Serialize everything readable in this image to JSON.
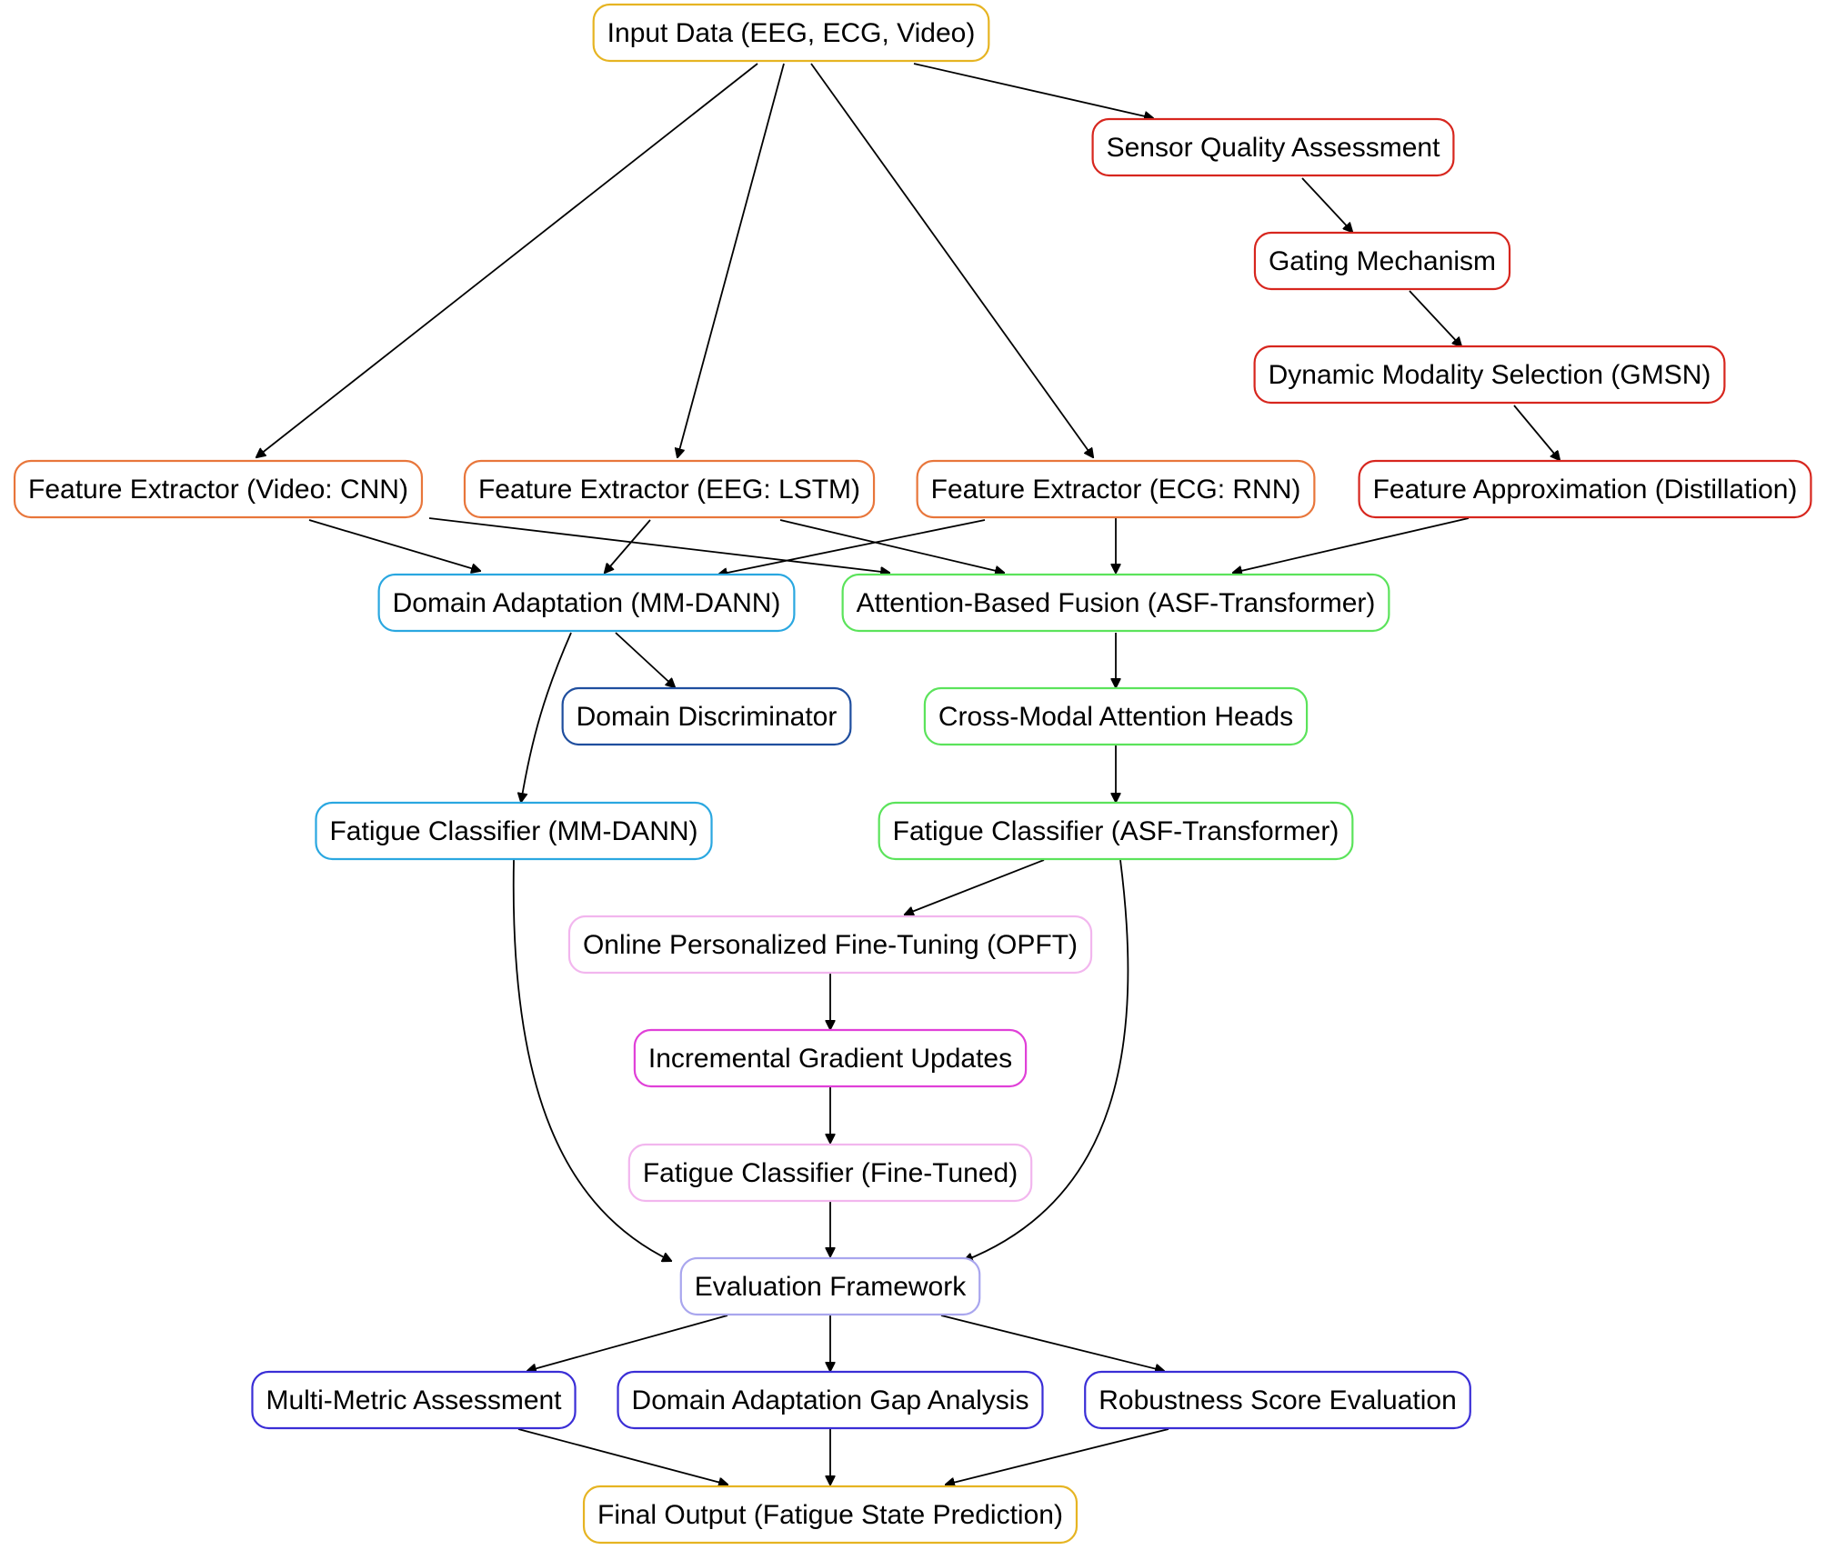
{
  "palette": {
    "gold": "#E6B422",
    "orange": "#E8763B",
    "red": "#D7261E",
    "cyan": "#2AA7E0",
    "navy": "#1F4E9E",
    "green": "#5BE35B",
    "pink_light": "#F2B6EE",
    "magenta": "#E040D8",
    "lavender": "#A9A6EE",
    "indigo": "#3A2ED6"
  },
  "nodes": [
    {
      "id": "input",
      "label": "Input Data (EEG, ECG, Video)",
      "color": "gold"
    },
    {
      "id": "sqa",
      "label": "Sensor Quality Assessment",
      "color": "red"
    },
    {
      "id": "gating",
      "label": "Gating Mechanism",
      "color": "red"
    },
    {
      "id": "gmsn",
      "label": "Dynamic Modality Selection (GMSN)",
      "color": "red"
    },
    {
      "id": "fe_video",
      "label": "Feature Extractor (Video: CNN)",
      "color": "orange"
    },
    {
      "id": "fe_eeg",
      "label": "Feature Extractor (EEG: LSTM)",
      "color": "orange"
    },
    {
      "id": "fe_ecg",
      "label": "Feature Extractor (ECG: RNN)",
      "color": "orange"
    },
    {
      "id": "fa",
      "label": "Feature Approximation (Distillation)",
      "color": "red"
    },
    {
      "id": "da",
      "label": "Domain Adaptation (MM-DANN)",
      "color": "cyan"
    },
    {
      "id": "abf",
      "label": "Attention-Based Fusion (ASF-Transformer)",
      "color": "green"
    },
    {
      "id": "dd",
      "label": "Domain Discriminator",
      "color": "navy"
    },
    {
      "id": "cmah",
      "label": "Cross-Modal Attention Heads",
      "color": "green"
    },
    {
      "id": "fc_mm",
      "label": "Fatigue Classifier (MM-DANN)",
      "color": "cyan"
    },
    {
      "id": "fc_asf",
      "label": "Fatigue Classifier (ASF-Transformer)",
      "color": "green"
    },
    {
      "id": "opft",
      "label": "Online Personalized Fine-Tuning (OPFT)",
      "color": "pink_light"
    },
    {
      "id": "igu",
      "label": "Incremental Gradient Updates",
      "color": "magenta"
    },
    {
      "id": "fc_ft",
      "label": "Fatigue Classifier (Fine-Tuned)",
      "color": "pink_light"
    },
    {
      "id": "ef",
      "label": "Evaluation Framework",
      "color": "lavender"
    },
    {
      "id": "mma",
      "label": "Multi-Metric Assessment",
      "color": "indigo"
    },
    {
      "id": "dagap",
      "label": "Domain Adaptation Gap Analysis",
      "color": "indigo"
    },
    {
      "id": "rse",
      "label": "Robustness Score Evaluation",
      "color": "indigo"
    },
    {
      "id": "final",
      "label": "Final Output (Fatigue State Prediction)",
      "color": "gold"
    }
  ],
  "edges": [
    {
      "from": "input",
      "to": "fe_video"
    },
    {
      "from": "input",
      "to": "fe_eeg"
    },
    {
      "from": "input",
      "to": "fe_ecg"
    },
    {
      "from": "input",
      "to": "sqa"
    },
    {
      "from": "sqa",
      "to": "gating"
    },
    {
      "from": "gating",
      "to": "gmsn"
    },
    {
      "from": "gmsn",
      "to": "fa"
    },
    {
      "from": "fe_video",
      "to": "da"
    },
    {
      "from": "fe_video",
      "to": "abf"
    },
    {
      "from": "fe_eeg",
      "to": "da"
    },
    {
      "from": "fe_eeg",
      "to": "abf"
    },
    {
      "from": "fe_ecg",
      "to": "da"
    },
    {
      "from": "fe_ecg",
      "to": "abf"
    },
    {
      "from": "fa",
      "to": "abf"
    },
    {
      "from": "da",
      "to": "dd"
    },
    {
      "from": "da",
      "to": "fc_mm"
    },
    {
      "from": "abf",
      "to": "cmah"
    },
    {
      "from": "cmah",
      "to": "fc_asf"
    },
    {
      "from": "fc_asf",
      "to": "opft"
    },
    {
      "from": "fc_asf",
      "to": "ef"
    },
    {
      "from": "fc_mm",
      "to": "ef"
    },
    {
      "from": "opft",
      "to": "igu"
    },
    {
      "from": "igu",
      "to": "fc_ft"
    },
    {
      "from": "fc_ft",
      "to": "ef"
    },
    {
      "from": "ef",
      "to": "mma"
    },
    {
      "from": "ef",
      "to": "dagap"
    },
    {
      "from": "ef",
      "to": "rse"
    },
    {
      "from": "mma",
      "to": "final"
    },
    {
      "from": "dagap",
      "to": "final"
    },
    {
      "from": "rse",
      "to": "final"
    }
  ]
}
